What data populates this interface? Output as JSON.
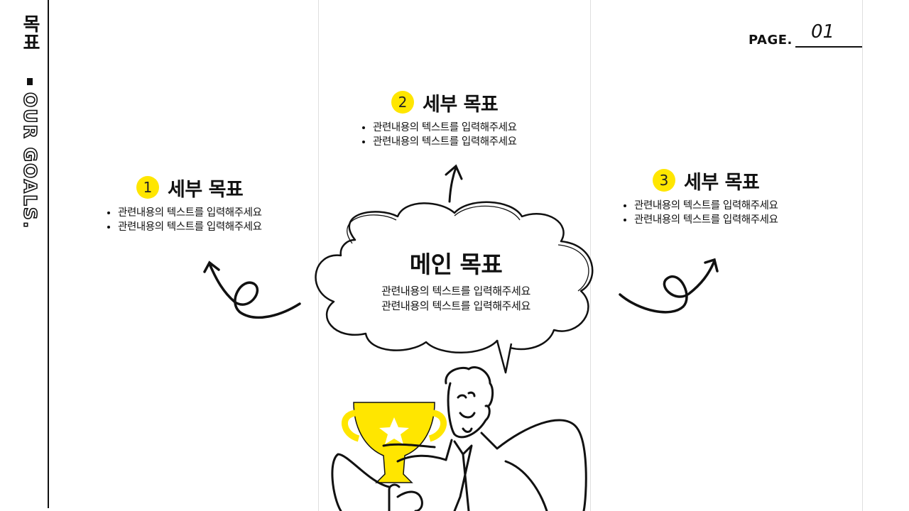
{
  "sidebar": {
    "title_ko": "목표",
    "title_en": "OUR GOALS."
  },
  "page": {
    "label": "PAGE.",
    "number": "01"
  },
  "main_goal": {
    "title": "메인 목표",
    "lines": [
      "관련내용의 텍스트를 입력해주세요",
      "관련내용의 텍스트를 입력해주세요"
    ]
  },
  "goals": [
    {
      "badge": "1",
      "title": "세부 목표",
      "items": [
        "관련내용의 텍스트를 입력해주세요",
        "관련내용의 텍스트를 입력해주세요"
      ]
    },
    {
      "badge": "2",
      "title": "세부 목표",
      "items": [
        "관련내용의 텍스트를 입력해주세요",
        "관련내용의 텍스트를 입력해주세요"
      ]
    },
    {
      "badge": "3",
      "title": "세부 목표",
      "items": [
        "관련내용의 텍스트를 입력해주세요",
        "관련내용의 텍스트를 입력해주세요"
      ]
    }
  ],
  "colors": {
    "accent": "#ffe600",
    "ink": "#111111",
    "divider": "#dedede"
  }
}
